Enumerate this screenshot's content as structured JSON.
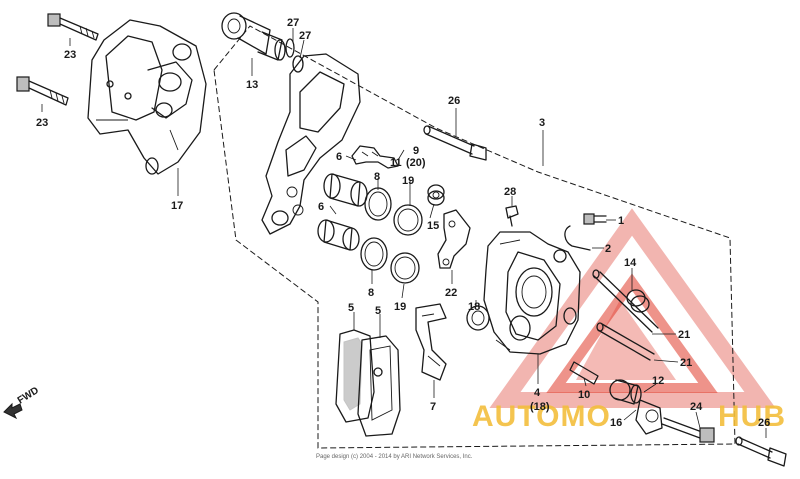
{
  "labels": {
    "l23a": "23",
    "l23b": "23",
    "l17": "17",
    "l13": "13",
    "l27a": "27",
    "l27b": "27",
    "l26a": "26",
    "l26b": "26",
    "l3": "3",
    "l9": "9",
    "l20": "(20)",
    "l6a": "6",
    "l6b": "6",
    "l11": "11",
    "l8a": "8",
    "l8b": "8",
    "l19a": "19",
    "l19b": "19",
    "l15": "15",
    "l28": "28",
    "l1": "1",
    "l2": "2",
    "l14": "14",
    "l22": "22",
    "l5a": "5",
    "l5b": "5",
    "l18": "18",
    "l7": "7",
    "l21a": "21",
    "l21b": "21",
    "l4": "4",
    "l18p": "(18)",
    "l10": "10",
    "l12": "12",
    "l16": "16",
    "l24": "24"
  },
  "fwd_label": "FWD",
  "copyright": "Page design (c) 2004 - 2014 by ARI Network Services, Inc.",
  "watermark": {
    "left": "AUTOMO",
    "right": "HUB"
  },
  "colors": {
    "line": "#1a1a1a",
    "watermark_red": "#e03a2a",
    "watermark_gold": "#f3be3c"
  }
}
